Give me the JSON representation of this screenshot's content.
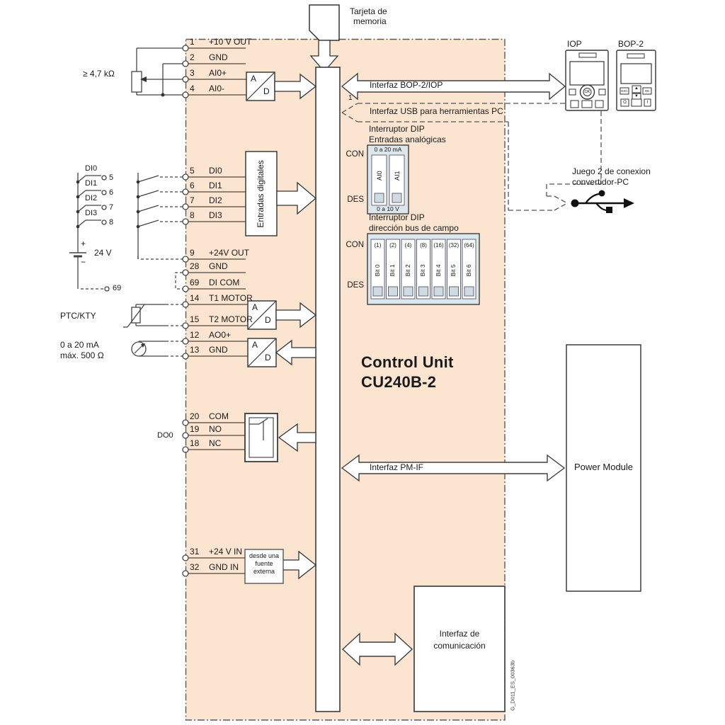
{
  "control_unit": {
    "line1": "Control Unit",
    "line2": "CU240B-2"
  },
  "memory_card": {
    "line1": "Tarjeta de",
    "line2": "memoria"
  },
  "interfaces": {
    "bop_iop": "Interfaz BOP-2/IOP",
    "usb": "Interfaz USB para herramientas PC",
    "usb_note": "1",
    "pm_if": "Interfaz PM-IF",
    "pc_kit1": "Juego 2 de conexion",
    "pc_kit2": "convertidor-PC"
  },
  "devices": {
    "iop": {
      "label": "IOP",
      "ok": "OK"
    },
    "bop": {
      "label": "BOP-2",
      "esc": "ESC",
      "ok": "OK",
      "up": "▲",
      "down": "▼",
      "o": "O",
      "i": "I"
    },
    "power_module": "Power Module",
    "comm1": "Interfaz de",
    "comm2": "comunicación"
  },
  "dip_analog": {
    "title1": "Interruptor DIP",
    "title2": "Entradas analógicas",
    "top": "0 a 20 mA",
    "bottom": "0 a 10 V",
    "on": "CON",
    "off": "DES",
    "channels": [
      "AI0",
      "AI1"
    ]
  },
  "dip_bus": {
    "title1": "Interruptor DIP",
    "title2": "dirección bus de campo",
    "on": "CON",
    "off": "DES",
    "weights": [
      "(1)",
      "(2)",
      "(4)",
      "(8)",
      "(16)",
      "(32)",
      "(64)"
    ],
    "bits": [
      "Bit 0",
      "Bit 1",
      "Bit 2",
      "Bit 3",
      "Bit 4",
      "Bit 5",
      "Bit 6"
    ]
  },
  "terminals": {
    "analog_in": [
      {
        "num": "1",
        "label": "+10 V OUT"
      },
      {
        "num": "2",
        "label": "GND"
      },
      {
        "num": "3",
        "label": "AI0+"
      },
      {
        "num": "4",
        "label": "AI0-"
      }
    ],
    "digital_in": [
      {
        "num": "5",
        "label": "DI0"
      },
      {
        "num": "6",
        "label": "DI1"
      },
      {
        "num": "7",
        "label": "DI2"
      },
      {
        "num": "8",
        "label": "DI3"
      }
    ],
    "supply": [
      {
        "num": "9",
        "label": "+24V OUT"
      },
      {
        "num": "28",
        "label": "GND"
      },
      {
        "num": "69",
        "label": "DI COM"
      }
    ],
    "motor_temp": [
      {
        "num": "14",
        "label": "T1 MOTOR"
      },
      {
        "num": "15",
        "label": "T2 MOTOR"
      }
    ],
    "analog_out": [
      {
        "num": "12",
        "label": "AO0+"
      },
      {
        "num": "13",
        "label": "GND"
      }
    ],
    "relay": [
      {
        "num": "20",
        "label": "COM"
      },
      {
        "num": "19",
        "label": "NO"
      },
      {
        "num": "18",
        "label": "NC"
      }
    ],
    "ext_supply": [
      {
        "num": "31",
        "label": "+24 V IN"
      },
      {
        "num": "32",
        "label": "GND IN"
      }
    ]
  },
  "left": {
    "pot": "≥ 4,7 kΩ",
    "battery_plus": "+",
    "battery_minus": "−",
    "battery": "24 V",
    "t69": "69",
    "di_labels": [
      "DI0",
      "DI1",
      "DI2",
      "DI3"
    ],
    "di_nums": [
      "5",
      "6",
      "7",
      "8"
    ],
    "ptc": "PTC/KTY",
    "ao1": "0 a 20 mA",
    "ao2": "máx. 500 Ω",
    "do0": "DO0"
  },
  "blocks": {
    "digital_inputs": "Entradas digitales",
    "ad_a": "A",
    "ad_d": "D",
    "fuente1": "desde una",
    "fuente2": "fuente",
    "fuente3": "externa"
  },
  "footer": {
    "doc_id": "G_D011_ES_00363b"
  },
  "colors": {
    "region_fill": "#fbe5d1",
    "dip_fill": "#dde6ea",
    "line": "#3f3f3f"
  }
}
